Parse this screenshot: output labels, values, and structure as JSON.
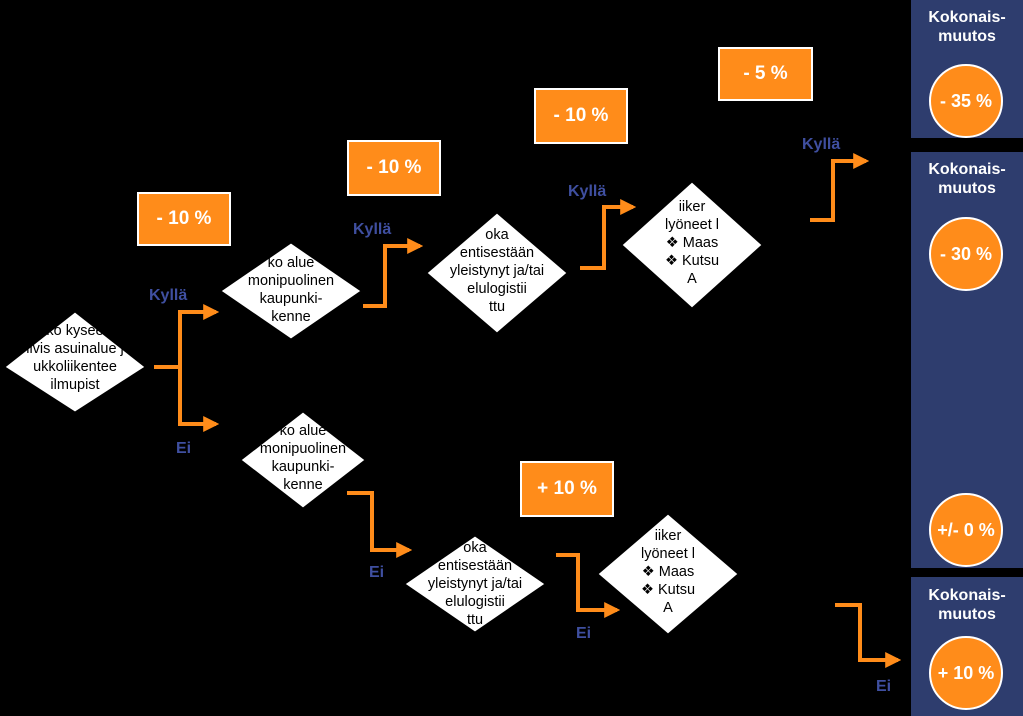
{
  "diamonds": {
    "d1": [
      "ko kysee",
      "ilvis asuinalue j",
      "ukkoliikentee",
      "ilmupist"
    ],
    "d2": [
      "ko alue",
      "monipuolinen",
      "kaupunki-",
      "kenne"
    ],
    "d3": [
      "ko alue",
      "monipuolinen",
      "kaupunki-",
      "kenne"
    ],
    "d4": [
      "oka",
      "entisestään",
      "yleistynyt ja/tai",
      "elulogistii",
      "ttu"
    ],
    "d5": [
      "oka",
      "entisestään",
      "yleistynyt ja/tai",
      "elulogistii",
      "ttu"
    ],
    "d6": [
      "iiker",
      "lyöneet l",
      "❖  Maas",
      "❖  Kutsu",
      "A"
    ],
    "d7": [
      "iiker",
      "lyöneet l",
      "❖  Maas",
      "❖  Kutsu",
      "A"
    ]
  },
  "boxes": {
    "b1": "- 10 %",
    "b2": "- 10 %",
    "b3": "- 10 %",
    "b4": "- 5 %",
    "b5": "+ 10 %"
  },
  "labels": {
    "yes": "Kyllä",
    "no": "Ei"
  },
  "panels": {
    "title_line1": "Kokonais-",
    "title_line2": "muutos",
    "p1_value": "- 35 %",
    "p2_value_top": "- 30 %",
    "p2_value_bottom": "+/- 0 %",
    "p3_value": "+ 10 %"
  },
  "colors": {
    "accent": "#ff8c1a",
    "panel": "#2e3d6e",
    "label": "#3f4fa0"
  }
}
